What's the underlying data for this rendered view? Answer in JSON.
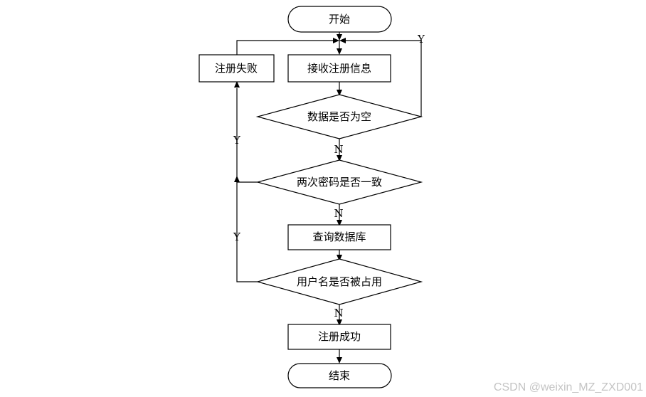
{
  "nodes": {
    "start": "开始",
    "receive": "接收注册信息",
    "fail": "注册失败",
    "empty_check": "数据是否为空",
    "pwd_check": "两次密码是否一致",
    "query": "查询数据库",
    "user_check": "用户名是否被占用",
    "success": "注册成功",
    "end": "结束"
  },
  "edges": {
    "empty_yes": "Y",
    "empty_no": "N",
    "pwd_yes": "Y",
    "pwd_no": "N",
    "user_yes": "Y",
    "user_no": "N"
  },
  "watermark": "CSDN @weixin_MZ_ZXD001"
}
